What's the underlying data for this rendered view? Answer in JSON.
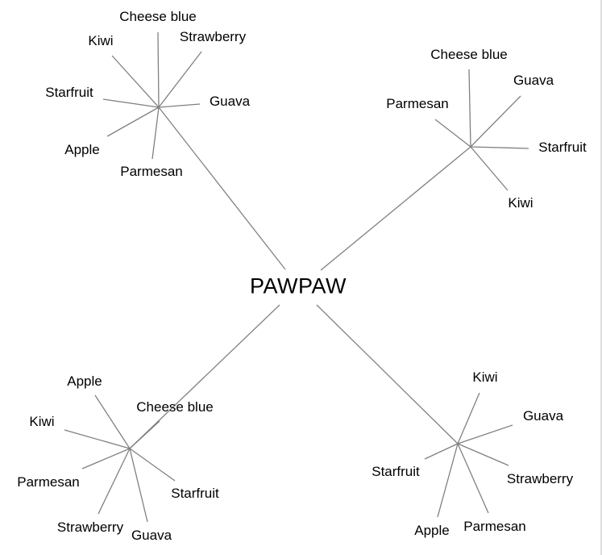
{
  "root": "PAWPAW",
  "line_color": "#808080",
  "clusters": [
    {
      "name": "top-left",
      "items": [
        "Cheese blue",
        "Strawberry",
        "Kiwi",
        "Starfruit",
        "Guava",
        "Apple",
        "Parmesan"
      ]
    },
    {
      "name": "top-right",
      "items": [
        "Cheese blue",
        "Guava",
        "Parmesan",
        "Starfruit",
        "Kiwi"
      ]
    },
    {
      "name": "bottom-left",
      "items": [
        "Apple",
        "Cheese blue",
        "Kiwi",
        "Parmesan",
        "Starfruit",
        "Strawberry",
        "Guava"
      ]
    },
    {
      "name": "bottom-right",
      "items": [
        "Kiwi",
        "Guava",
        "Starfruit",
        "Strawberry",
        "Apple",
        "Parmesan"
      ]
    }
  ]
}
